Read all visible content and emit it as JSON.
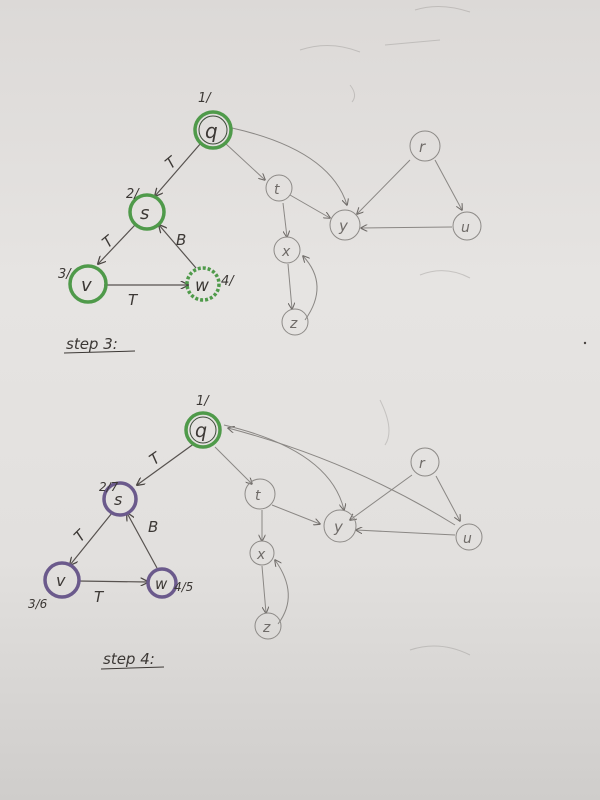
{
  "colors": {
    "green": "#4f9a4a",
    "purple": "#6b5a8c",
    "pencil": "#5a5552",
    "faint": "#8d8a87"
  },
  "step3": {
    "label": "step 3:",
    "nodes": {
      "q": "q",
      "s": "s",
      "v": "v",
      "w": "w",
      "t": "t",
      "x": "x",
      "z": "z",
      "y": "y",
      "r": "r",
      "u": "u"
    },
    "times": {
      "q": "1/",
      "s": "2/",
      "v": "3/",
      "w": "4/"
    },
    "edge_labels": {
      "qs": "T",
      "sv": "T",
      "vw": "T",
      "ws": "B"
    }
  },
  "step4": {
    "label": "step 4:",
    "nodes": {
      "q": "q",
      "s": "s",
      "v": "v",
      "w": "w",
      "t": "t",
      "x": "x",
      "z": "z",
      "y": "y",
      "r": "r",
      "u": "u"
    },
    "times": {
      "q": "1/",
      "s": "2/7",
      "v": "3/6",
      "w": "4/5"
    },
    "edge_labels": {
      "qs": "T",
      "sv": "T",
      "vw": "T",
      "ws": "B"
    }
  }
}
